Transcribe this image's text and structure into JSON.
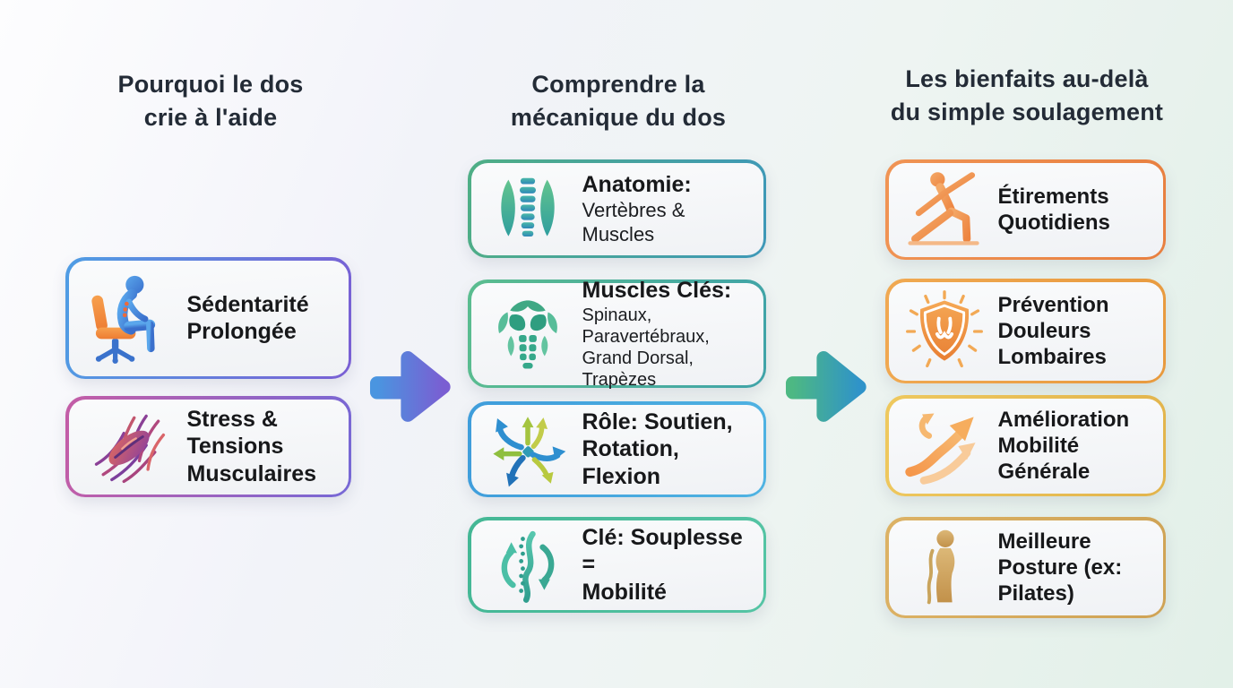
{
  "page": {
    "background_colors": [
      "#fdfdfe",
      "#f2f3f9",
      "#e2f0e8"
    ],
    "title_color": "#232b36",
    "card_text_color": "#17181a"
  },
  "columns": [
    {
      "id": "causes",
      "title": "Pourquoi le dos\ncrie à l'aide",
      "cards": [
        {
          "icon": "slouched-sitting-person-icon",
          "text": "Sédentarité\nProlongée",
          "accent": [
            "#4f9de4",
            "#7a5fd4"
          ]
        },
        {
          "icon": "muscle-fibers-icon",
          "text": "Stress &\nTensions\nMusculaires",
          "accent": [
            "#c45da6",
            "#7668d6"
          ]
        }
      ]
    },
    {
      "id": "mechanics",
      "title": "Comprendre la\nmécanique du dos",
      "cards": [
        {
          "icon": "spine-and-muscles-icon",
          "heading": "Anatomie:",
          "body": "Vertèbres & Muscles",
          "accent": [
            "#4fae85",
            "#3e98b8"
          ]
        },
        {
          "icon": "torso-muscles-icon",
          "heading": "Muscles Clés:",
          "body": "Spinaux,\nParavertébraux,\nGrand Dorsal, Trapèzes",
          "accent": [
            "#5bbd8f",
            "#3fa3a8"
          ]
        },
        {
          "icon": "multidirectional-arrows-icon",
          "text": "Rôle: Soutien,\nRotation, Flexion",
          "accent": [
            "#3f9ddb",
            "#4fb3e2"
          ]
        },
        {
          "icon": "flexibility-cycle-icon",
          "text": "Clé: Souplesse =\nMobilité",
          "accent": [
            "#44b795",
            "#55c4a4"
          ]
        }
      ]
    },
    {
      "id": "benefits",
      "title": "Les bienfaits au-delà\ndu simple soulagement",
      "cards": [
        {
          "icon": "stretching-pose-icon",
          "text": "Étirements\nQuotidiens",
          "accent": [
            "#f09455",
            "#e87f3f"
          ]
        },
        {
          "icon": "shield-spine-icon",
          "text": "Prévention\nDouleurs\nLombaires",
          "accent": [
            "#f0a952",
            "#e89a3e"
          ]
        },
        {
          "icon": "rising-arrows-icon",
          "text": "Amélioration\nMobilité\nGénérale",
          "accent": [
            "#eec85e",
            "#e2b44c"
          ]
        },
        {
          "icon": "posture-profile-icon",
          "text": "Meilleure\nPosture (ex:\nPilates)",
          "accent": [
            "#dcb265",
            "#cfa355"
          ]
        }
      ]
    }
  ],
  "arrows": [
    {
      "name": "flow-arrow-causes-to-mechanics",
      "gradient": [
        "#4a95e0",
        "#7a5ed2"
      ]
    },
    {
      "name": "flow-arrow-mechanics-to-benefits",
      "gradient": [
        "#4db883",
        "#2f93c9"
      ]
    }
  ]
}
